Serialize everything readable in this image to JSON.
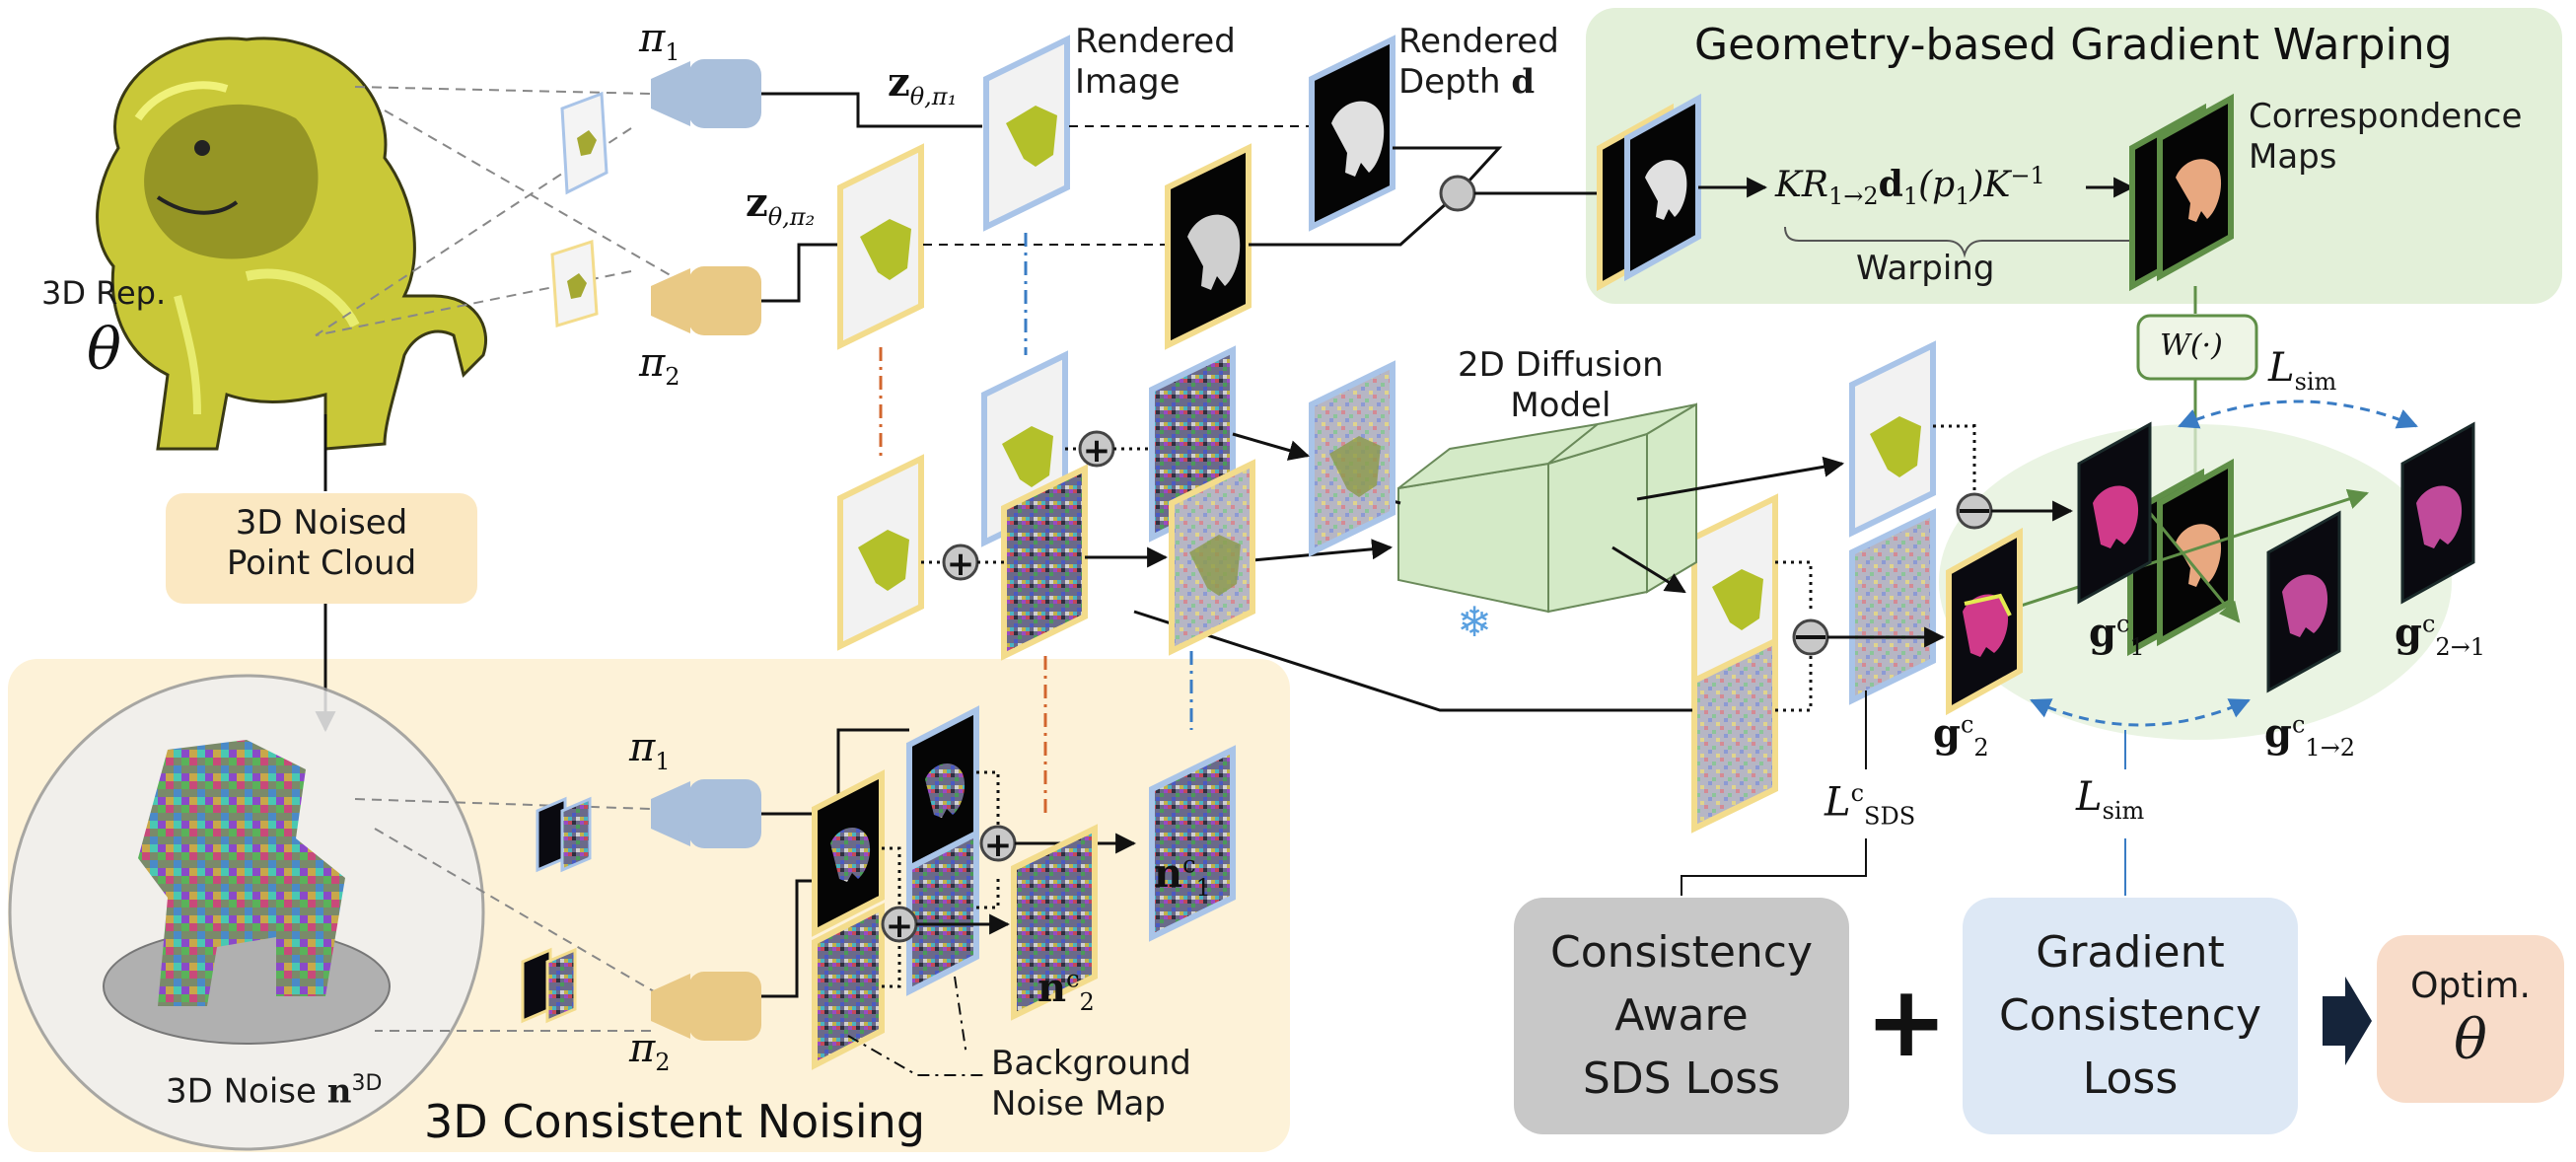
{
  "labels": {
    "rep": "3D Rep.",
    "rep_symbol": "θ",
    "pi1": "π",
    "pi2": "π",
    "sub1": "1",
    "sub2": "2",
    "rendered_image": "Rendered\nImage",
    "rendered_depth": "Rendered\nDepth",
    "depth_symbol": "d",
    "z1": "z",
    "z2": "z",
    "z_sub1": "θ,π₁",
    "z_sub2": "θ,π₂",
    "noised_point_cloud": "3D Noised\nPoint Cloud",
    "noise3d": "3D Noise",
    "noise3d_symbol": "n",
    "noise3d_sup": "3D",
    "consistent_noising": "3D Consistent Noising",
    "background_noise": "Background\nNoise Map",
    "n1c": "n",
    "n2c": "n",
    "n_sup": "c",
    "diffusion": "2D Diffusion\nModel",
    "gradient_warping_title": "Geometry-based Gradient Warping",
    "warp_formula_a": "KR",
    "warp_formula_sub": "1→2",
    "warp_formula_b": "d",
    "warp_formula_c": "(p",
    "warp_formula_d": ")K",
    "warp_formula_sup": "−1",
    "warping": "Warping",
    "correspondence": "Correspondence\nMaps",
    "w_op": "W(·)",
    "l_sim": "L",
    "l_sim_sub": "sim",
    "l_sds": "L",
    "l_sds_sup": "c",
    "l_sds_sub": "SDS",
    "g1c": "g",
    "g2c": "g",
    "g21": "g",
    "g12": "g",
    "g_sup": "c",
    "g1_sub": "1",
    "g2_sub": "2",
    "g21_sub": "2→1",
    "g12_sub": "1→2"
  },
  "boxes": {
    "consistency_aware": "Consistency\nAware\nSDS Loss",
    "gradient_consistency": "Gradient\nConsistency\nLoss",
    "optim_label": "Optim.",
    "optim_symbol": "θ",
    "plus": "+"
  },
  "colors": {
    "blue_frame": "#a9c4e8",
    "yellow_frame": "#f3dc8c",
    "green_frame": "#5f8f47",
    "green_panel": "#e3f0d9",
    "yellow_panel": "#fdf2d8",
    "camera_blue": "#a9bfdb",
    "camera_yellow": "#e9c985",
    "gray_box": "#c8c8c8",
    "blue_box": "#dde8f5",
    "peach_box": "#f8dcc9",
    "dash_blue": "#3a7cc4",
    "dash_orange": "#d2662e"
  }
}
